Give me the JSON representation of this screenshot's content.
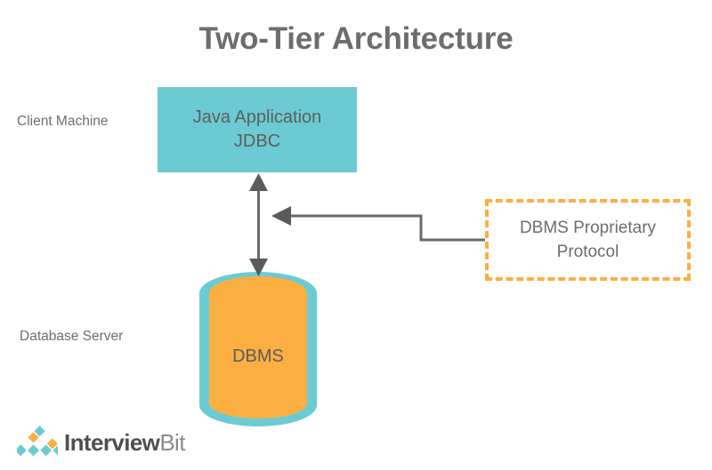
{
  "diagram": {
    "title": "Two-Tier Architecture",
    "type": "architecture-diagram",
    "background_color": "#ffffff",
    "colors": {
      "teal": "#6CCBD2",
      "orange": "#FBAF41",
      "text_gray": "#6D6D6D",
      "arrow_gray": "#6A6A6A",
      "logo_dark": "#4F4F4F",
      "logo_light": "#8B8B8B"
    },
    "tiers": {
      "client_label": "Client Machine",
      "server_label": "Database Server"
    },
    "client_node": {
      "line1": "Java Application",
      "line2": "JDBC",
      "fill": "#6CCBD2"
    },
    "database_node": {
      "label": "DBMS",
      "fill": "#FBAF41",
      "stroke": "#6CCBD2"
    },
    "protocol_node": {
      "line1": "DBMS Proprietary",
      "line2": "Protocol",
      "border_style": "dashed",
      "border_color": "#FBAF41"
    },
    "connectors": [
      {
        "name": "client-to-database",
        "style": "double-headed-vertical-arrow",
        "from": "Java Application JDBC",
        "to": "DBMS"
      },
      {
        "name": "protocol-annotation",
        "style": "elbow-arrow-pointing-left",
        "from": "DBMS Proprietary Protocol",
        "to": "client-to-database"
      }
    ]
  },
  "footer": {
    "brand_primary": "Interview",
    "brand_secondary": "Bit",
    "logo_icon": "diamond-grid-icon"
  }
}
